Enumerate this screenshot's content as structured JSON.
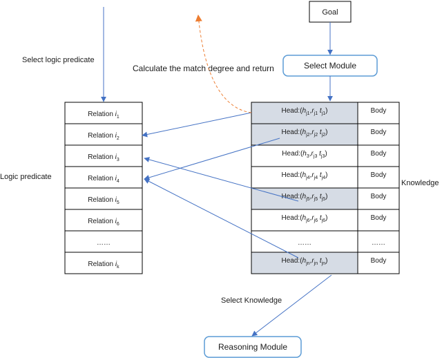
{
  "nodes": {
    "goal": "Goal",
    "select_module": "Select Module",
    "reasoning_module": "Reasoning Module"
  },
  "labels": {
    "select_logic_predicate": "Select logic predicate",
    "match_degree": "Calculate the match degree and return",
    "logic_predicate": "Logic predicate",
    "knowledge": "Knowledge",
    "select_knowledge": "Select Knowledge"
  },
  "relations": {
    "prefix": "Relation",
    "items": [
      {
        "var": "i",
        "sub": "1"
      },
      {
        "var": "i",
        "sub": "2"
      },
      {
        "var": "i",
        "sub": "3"
      },
      {
        "var": "i",
        "sub": "4"
      },
      {
        "var": "i",
        "sub": "5"
      },
      {
        "var": "i",
        "sub": "6"
      },
      {
        "ellipsis": "……"
      },
      {
        "var": "i",
        "sub": "k"
      }
    ]
  },
  "knowledge_rows": {
    "head_prefix": "Head:",
    "body_label": "Body",
    "rows": [
      {
        "shaded": true,
        "h": "j1",
        "r": "j1",
        "t": "j1"
      },
      {
        "shaded": true,
        "h": "j2",
        "r": "j2",
        "t": "j2"
      },
      {
        "shaded": false,
        "h": "3",
        "r": "j3",
        "t": "j3"
      },
      {
        "shaded": false,
        "h": "j4",
        "r": "j4",
        "t": "j4"
      },
      {
        "shaded": true,
        "h": "j5",
        "r": "j5",
        "t": "j5"
      },
      {
        "shaded": false,
        "h": "j6",
        "r": "j6",
        "t": "j6"
      },
      {
        "ellipsis": "……",
        "body_ellipsis": "……"
      },
      {
        "shaded": true,
        "h": "jn",
        "r": "jn",
        "t": "jn"
      }
    ]
  },
  "colors": {
    "arrow": "#4472c4",
    "node_border": "#5b9bd5",
    "shaded_cell": "#d6dce5",
    "dashed_arrow": "#ed7d31",
    "cell_border": "#000000"
  }
}
